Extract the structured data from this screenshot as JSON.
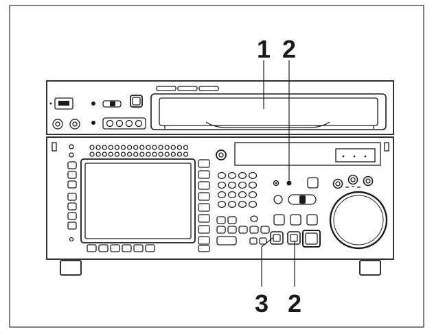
{
  "callouts": {
    "label_1": "1",
    "label_2_top": "2",
    "label_3": "3",
    "label_2_bottom": "2"
  },
  "colors": {
    "line": "#1a1a1a",
    "screen_fill": "#ffffff",
    "background": "#ffffff"
  }
}
